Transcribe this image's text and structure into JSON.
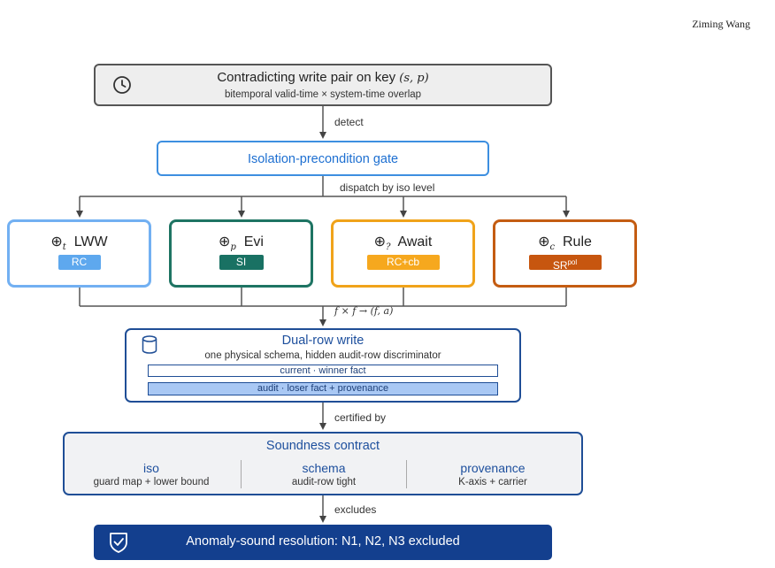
{
  "author": "Ziming Wang",
  "top": {
    "title": "Contradicting write pair on key",
    "key_math": "(s, p)",
    "subtitle": "bitemporal valid-time × system-time overlap",
    "icon": "clock-icon"
  },
  "edges": {
    "detect": "detect",
    "dispatch": "dispatch by iso level",
    "merge": "f × f → (f, a)",
    "certified": "certified by",
    "excludes": "excludes"
  },
  "gate": {
    "label": "Isolation-precondition gate"
  },
  "policies": [
    {
      "symbol": "⊕",
      "sub": "t",
      "name": "LWW",
      "tag": "RC",
      "color": "#72b0f2"
    },
    {
      "symbol": "⊕",
      "sub": "p",
      "name": "Evi",
      "tag": "SI",
      "color": "#1e7463"
    },
    {
      "symbol": "⊕",
      "sub": "?",
      "name": "Await",
      "tag": "RC+cb",
      "color": "#f0a31a"
    },
    {
      "symbol": "⊕",
      "sub": "c",
      "name": "Rule",
      "tag": "SR",
      "tag_sup": "pol",
      "color": "#c45c12"
    }
  ],
  "dual": {
    "title": "Dual-row write",
    "subtitle": "one physical schema, hidden audit-row discriminator",
    "row_current": "current  ·  winner fact",
    "row_audit": "audit  ·  loser fact + provenance",
    "icon": "database-icon"
  },
  "contract": {
    "title": "Soundness contract",
    "columns": [
      {
        "head": "iso",
        "sub": "guard map + lower bound"
      },
      {
        "head": "schema",
        "sub": "audit-row tight"
      },
      {
        "head": "provenance",
        "sub": "K-axis + carrier"
      }
    ]
  },
  "result": {
    "label": "Anomaly-sound resolution: N1, N2, N3 excluded",
    "icon": "shield-check-icon"
  }
}
